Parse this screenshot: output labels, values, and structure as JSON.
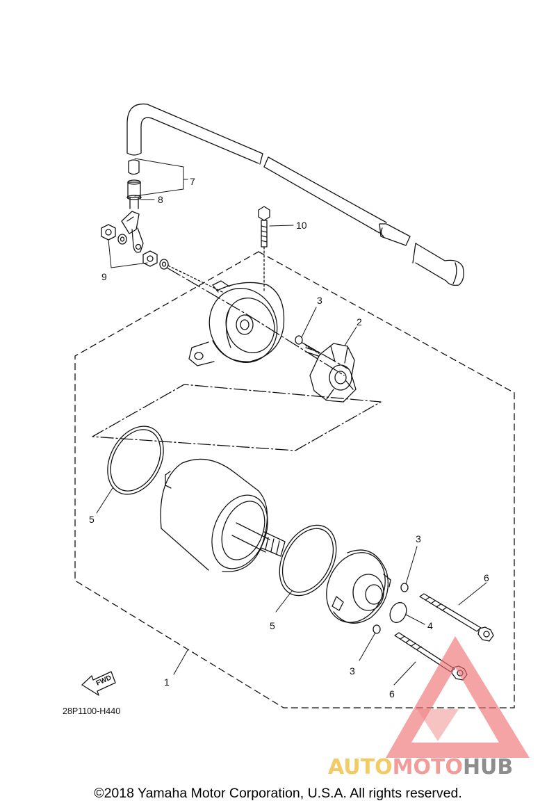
{
  "diagram": {
    "code": "28P1100-H440",
    "fwd_label": "FWD",
    "copyright": "©2018 Yamaha Motor Corporation, U.S.A. All rights reserved.",
    "callouts": {
      "c1": "1",
      "c2": "2",
      "c3a": "3",
      "c3b": "3",
      "c3c": "3",
      "c4": "4",
      "c5a": "5",
      "c5b": "5",
      "c6a": "6",
      "c6b": "6",
      "c7": "7",
      "c8": "8",
      "c9": "9",
      "c10": "10"
    }
  },
  "watermark": {
    "part1": "AUTO",
    "part2": "MOTO",
    "part3": "HUB",
    "colors": {
      "auto": "#f2c24a",
      "moto": "#f08a8a",
      "hub": "#7a7a7a",
      "triangle": "#ee7070"
    }
  }
}
